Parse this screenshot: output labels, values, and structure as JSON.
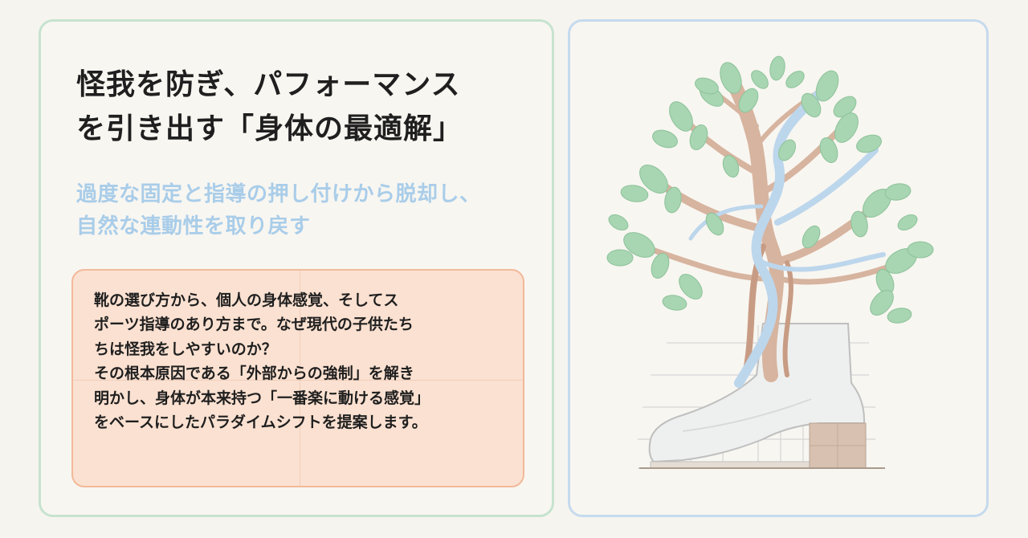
{
  "title": {
    "line1": "怪我を防ぎ、パフォーマンス",
    "line2": "を引き出す「身体の最適解」"
  },
  "subtitle": {
    "line1": "過度な固定と指導の押し付けから脱却し、",
    "line2": "自然な連動性を取り戻す"
  },
  "body": {
    "lines": [
      "靴の選び方から、個人の身体感覚、そしてス",
      "ポーツ指導のあり方まで。なぜ現代の子供たち",
      "ちは怪我をしやすいのか？",
      "その根本原因である「外部からの強制」を解き",
      "明かし、身体が本来持つ「一番楽に動ける感覚」",
      "をベースにしたパラダイムシフトを提案します。"
    ]
  },
  "illustration": {
    "icons": [
      "tree-icon",
      "boot-icon"
    ],
    "colors": {
      "trunk": "#d7b49f",
      "trunk_dark": "#c89c84",
      "ribbon": "#bcd6ec",
      "leaf": "#a8d5b2",
      "leaf_dark": "#8cc39a",
      "boot": "#eef0ef",
      "boot_line": "#c9c9c9"
    }
  }
}
